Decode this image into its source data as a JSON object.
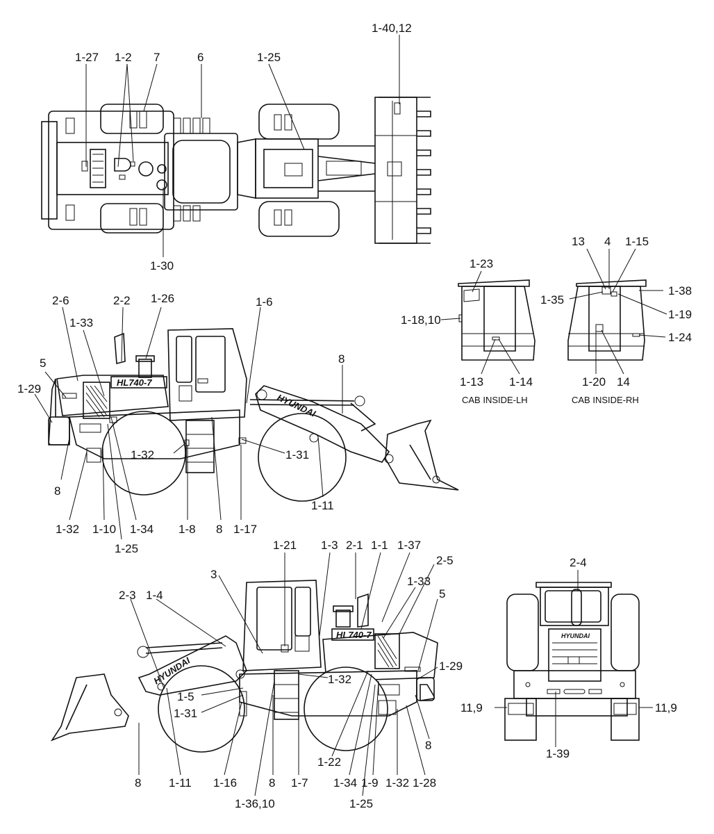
{
  "views": {
    "top": {
      "labels": [
        "1-27",
        "1-2",
        "7",
        "6",
        "1-25",
        "1-40,12",
        "1-30"
      ]
    },
    "left": {
      "labels": [
        "2-6",
        "2-2",
        "1-26",
        "1-6",
        "1-33",
        "5",
        "1-29",
        "8",
        "1-32",
        "1-31",
        "8",
        "1-11",
        "1-32",
        "1-10",
        "1-34",
        "1-8",
        "8",
        "1-17",
        "1-25"
      ],
      "brand": "HL740-7",
      "boom_text": "HYUNDAI"
    },
    "cab_lh": {
      "caption": "CAB INSIDE-LH",
      "labels": [
        "1-23",
        "1-18,10",
        "1-13",
        "1-14"
      ]
    },
    "cab_rh": {
      "caption": "CAB INSIDE-RH",
      "labels": [
        "13",
        "4",
        "1-15",
        "1-35",
        "1-38",
        "1-19",
        "1-24",
        "1-20",
        "14"
      ]
    },
    "right": {
      "labels": [
        "1-21",
        "1-3",
        "2-1",
        "1-1",
        "1-37",
        "2-5",
        "1-33",
        "5",
        "3",
        "2-3",
        "1-4",
        "1-32",
        "1-29",
        "1-5",
        "1-31",
        "8",
        "8",
        "1-11",
        "1-16",
        "8",
        "1-7",
        "1-22",
        "1-34",
        "1-9",
        "1-32",
        "1-28",
        "1-36,10",
        "1-25"
      ],
      "brand": "HL740-7",
      "boom_text": "HYUNDAI"
    },
    "rear": {
      "labels": [
        "2-4",
        "11,9",
        "11,9",
        "1-39"
      ],
      "brand": "HYUNDAI"
    }
  }
}
